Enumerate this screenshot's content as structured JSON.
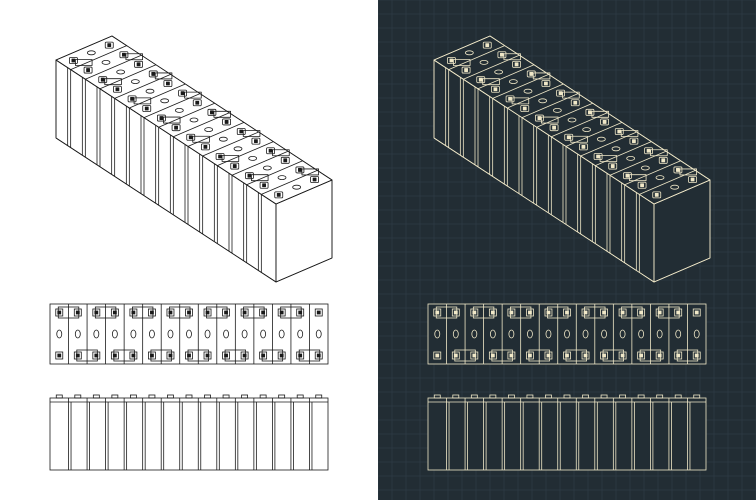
{
  "figure": {
    "views": [
      "isometric-view",
      "top-view",
      "front-view"
    ],
    "cell_count": 15
  },
  "theme": {
    "light_background": "#ffffff",
    "light_stroke": "#1a1a1a",
    "dark_background": "#222d34",
    "dark_stroke": "#f0e8c8",
    "grid_color": "#33414a"
  }
}
